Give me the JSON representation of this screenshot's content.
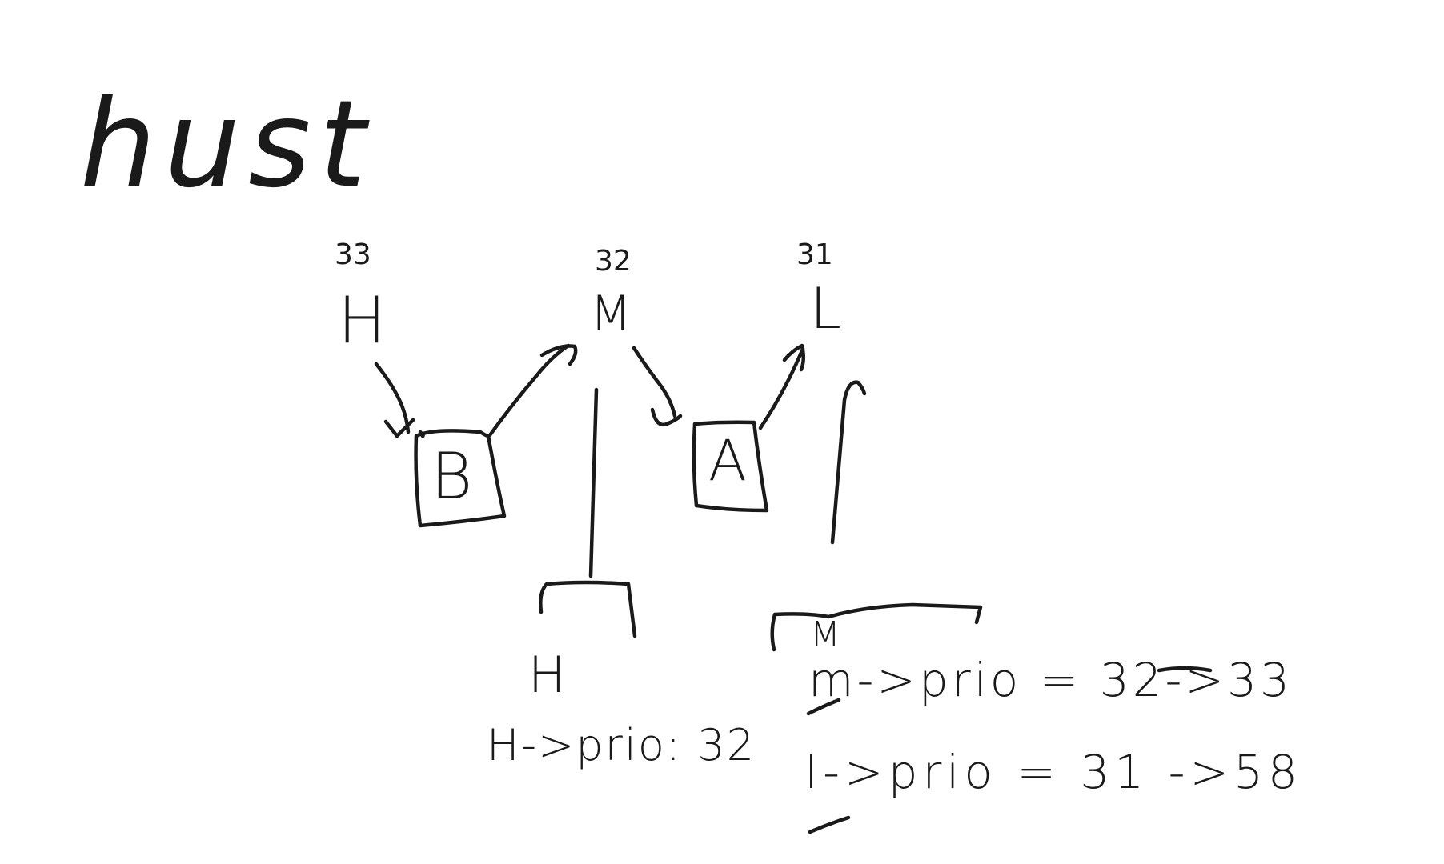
{
  "title": "hust",
  "ink_color": "#1a1a1a",
  "background_color": "#ffffff",
  "threads": [
    {
      "id": "H",
      "label": "H",
      "priority": "33"
    },
    {
      "id": "M",
      "label": "M",
      "priority": "32"
    },
    {
      "id": "L",
      "label": "L",
      "priority": "31"
    }
  ],
  "locks": [
    {
      "id": "B",
      "label": "B"
    },
    {
      "id": "A",
      "label": "A"
    }
  ],
  "timelines": {
    "left_owner": "H",
    "right_owner": "M"
  },
  "notes": {
    "h_prio": "H->prio: 32",
    "m_prio": "m->prio = 32->33",
    "i_prio": "I->prio = 31 ->58"
  }
}
